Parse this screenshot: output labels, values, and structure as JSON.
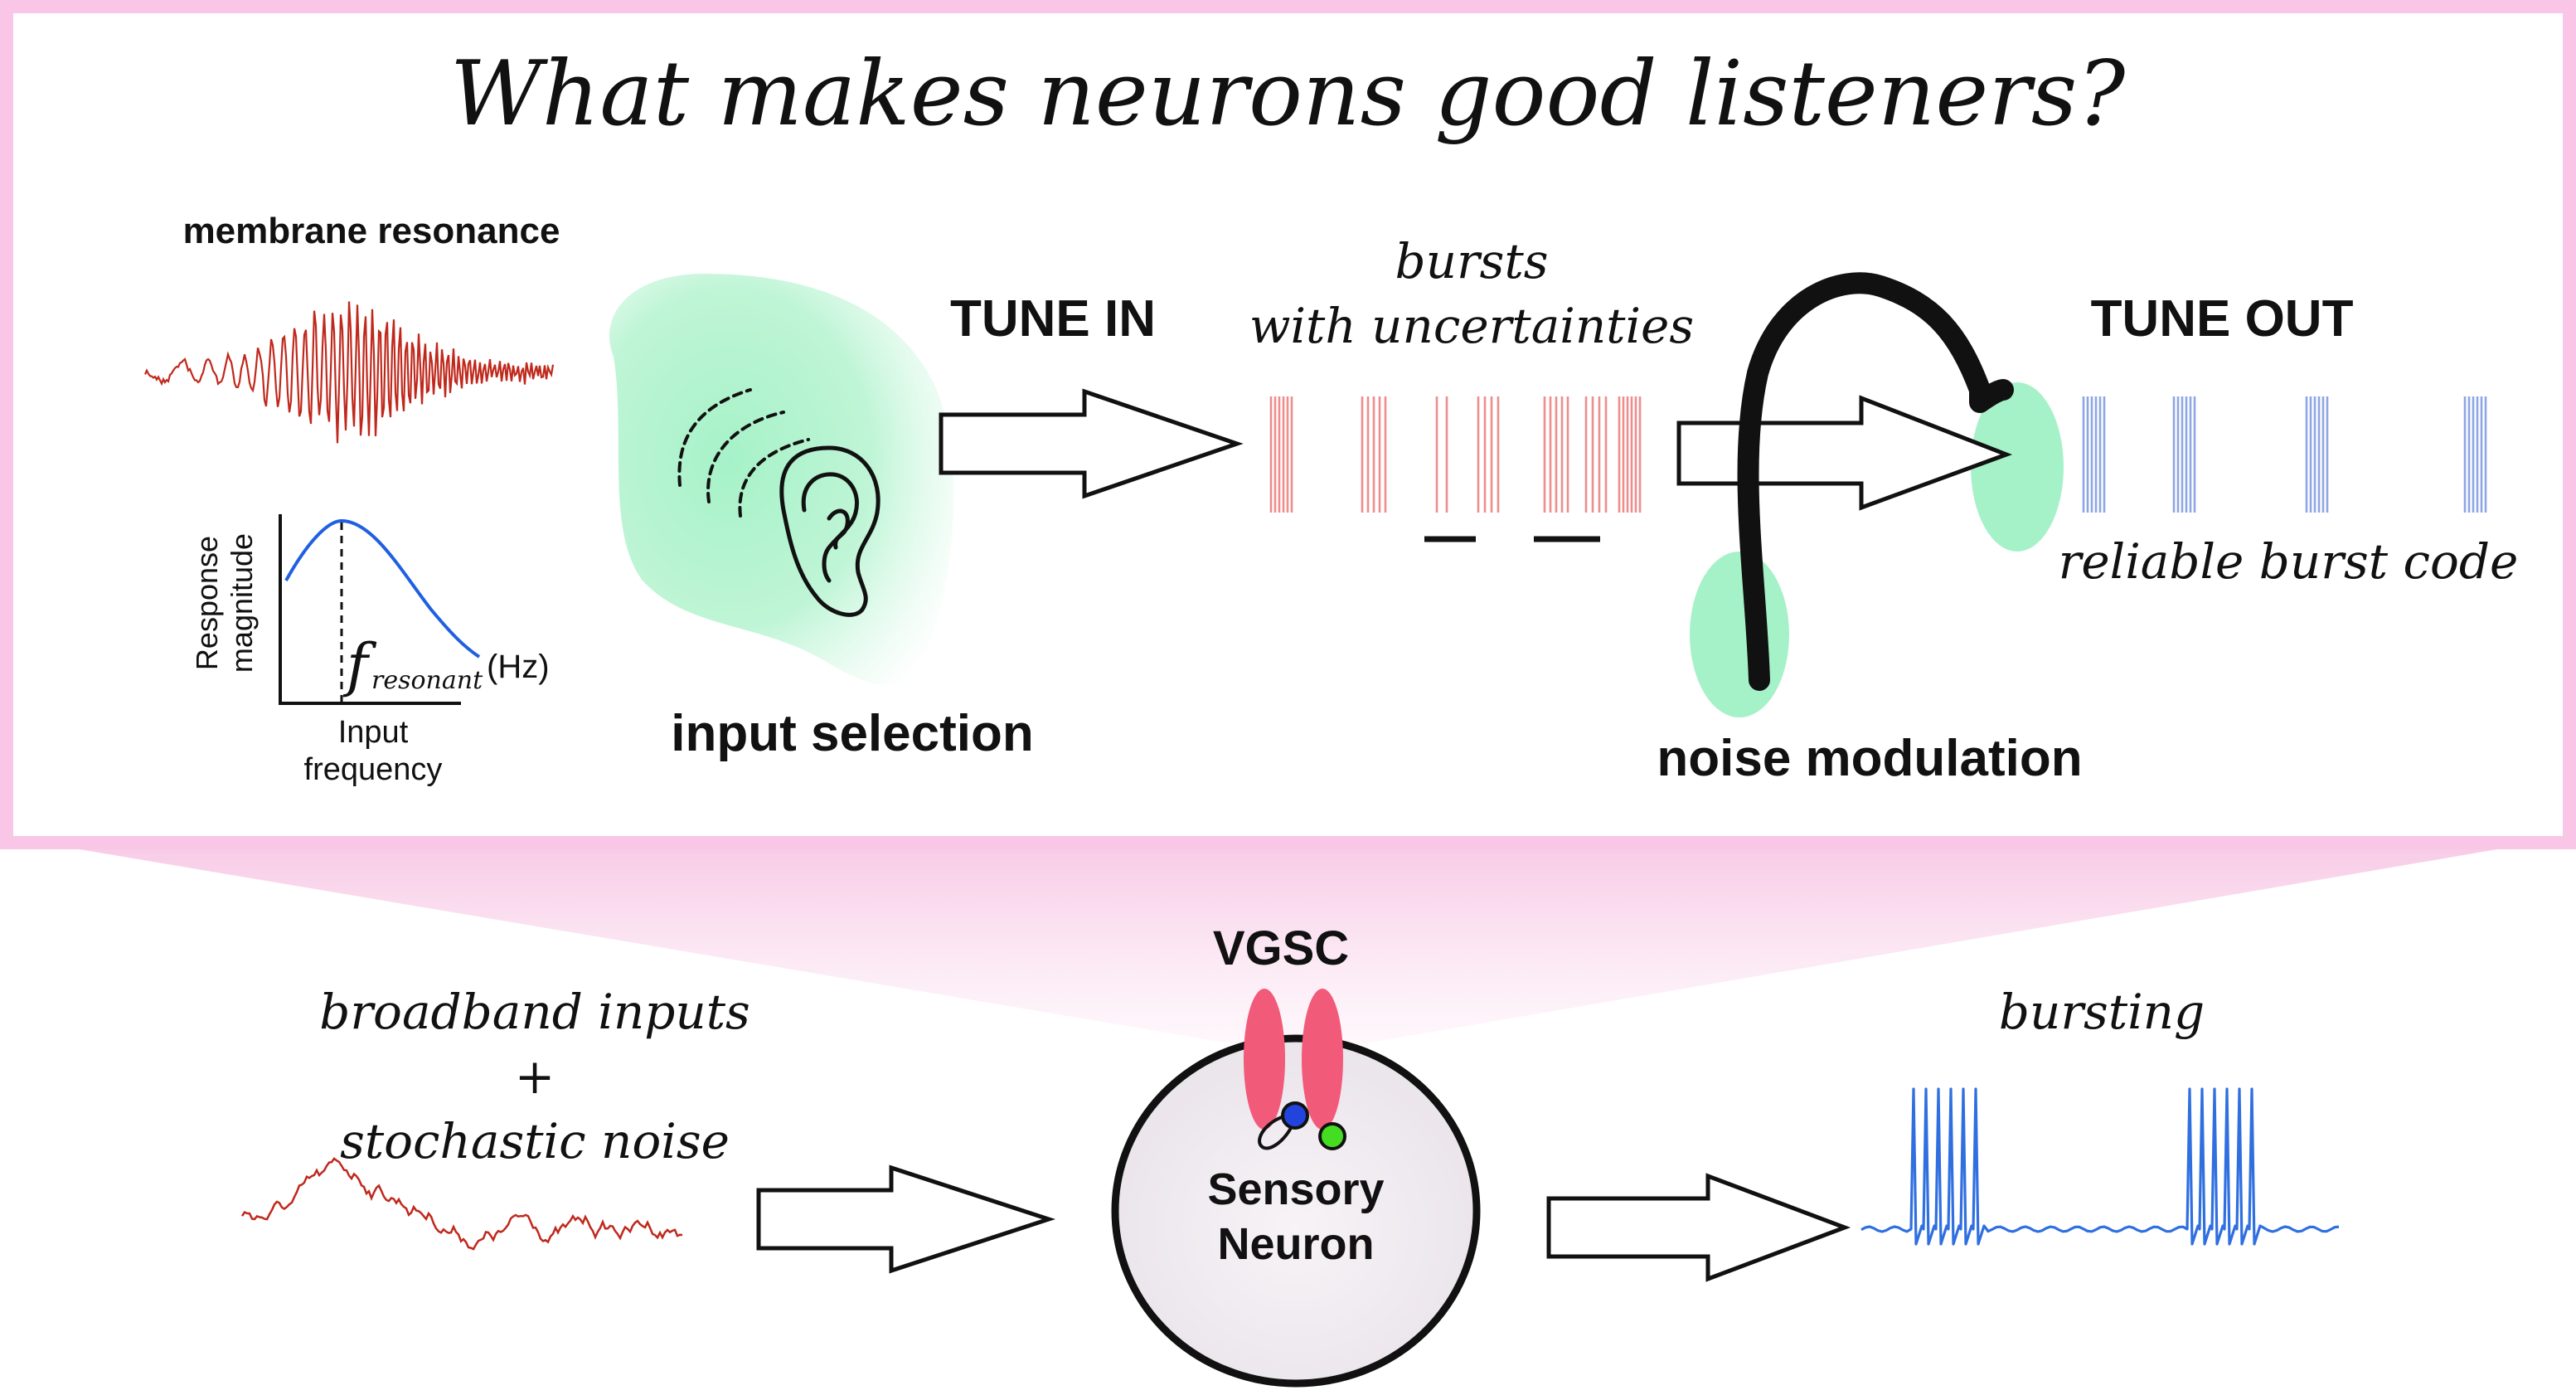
{
  "title": "What makes neurons good listeners?",
  "top_panel": {
    "membrane_resonance_label": "membrane resonance",
    "plot": {
      "ylabel_line1": "Response",
      "ylabel_line2": "magnitude",
      "xlabel_line1": "Input",
      "xlabel_line2": "frequency",
      "f_symbol": "f",
      "f_subscript": "resonant",
      "unit": "(Hz)"
    },
    "input_selection_label": "input selection",
    "tune_in_label": "TUNE IN",
    "bursts_line1": "bursts",
    "bursts_line2": "with uncertainties",
    "tune_out_label": "TUNE OUT",
    "reliable_label": "reliable burst code",
    "noise_modulation_label": "noise modulation"
  },
  "bottom_panel": {
    "vgsc_label": "VGSC",
    "inputs_line1": "broadband inputs",
    "inputs_line2": "+",
    "inputs_line3": "stochastic noise",
    "neuron_line1": "Sensory",
    "neuron_line2": "Neuron",
    "bursting_label": "bursting"
  },
  "colors": {
    "frame": "#f9c6e8",
    "red_trace": "#c0281c",
    "pink_spikes": "#ee8d8d",
    "blue_spikes": "#8ea6e4",
    "blue_trace": "#2f6fe0",
    "green_blob": "#a6f2c8",
    "channel": "#f25a7a",
    "curve": "#2060e0",
    "neuron_fill": "#eeeaee",
    "blue_dot": "#2244dd",
    "green_dot": "#44dd22"
  }
}
